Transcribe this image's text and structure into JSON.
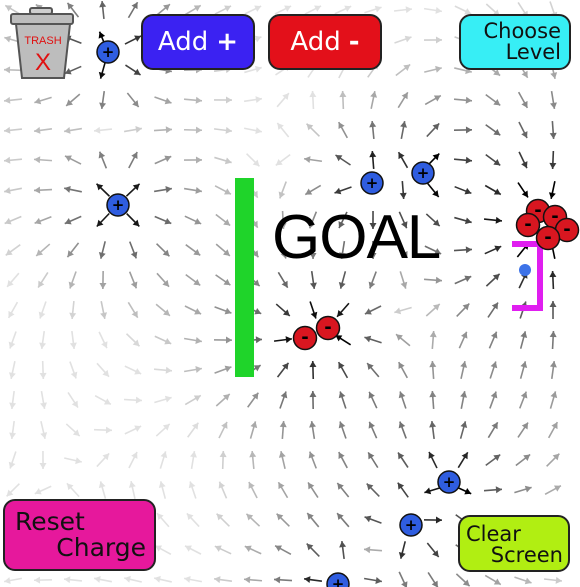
{
  "trash": {
    "label_top": "TRASH",
    "label_x": "X"
  },
  "buttons": {
    "add_positive": {
      "label": "Add",
      "symbol": "+"
    },
    "add_negative": {
      "label": "Add",
      "symbol": "-"
    },
    "choose_level": {
      "line1": "Choose",
      "line2": "Level"
    },
    "reset_charge": {
      "line1": "Reset",
      "line2": "Charge"
    },
    "clear_screen": {
      "line1": "Clear",
      "line2": "Screen"
    }
  },
  "goal": {
    "label": "GOAL"
  },
  "charge_symbols": {
    "positive": "+",
    "negative": "-"
  },
  "colors": {
    "positive": "#2f5de0",
    "negative": "#d81620",
    "wall": "#1fd42a",
    "goal_bracket": "#e01ef0",
    "puck": "#3d73e8"
  }
}
